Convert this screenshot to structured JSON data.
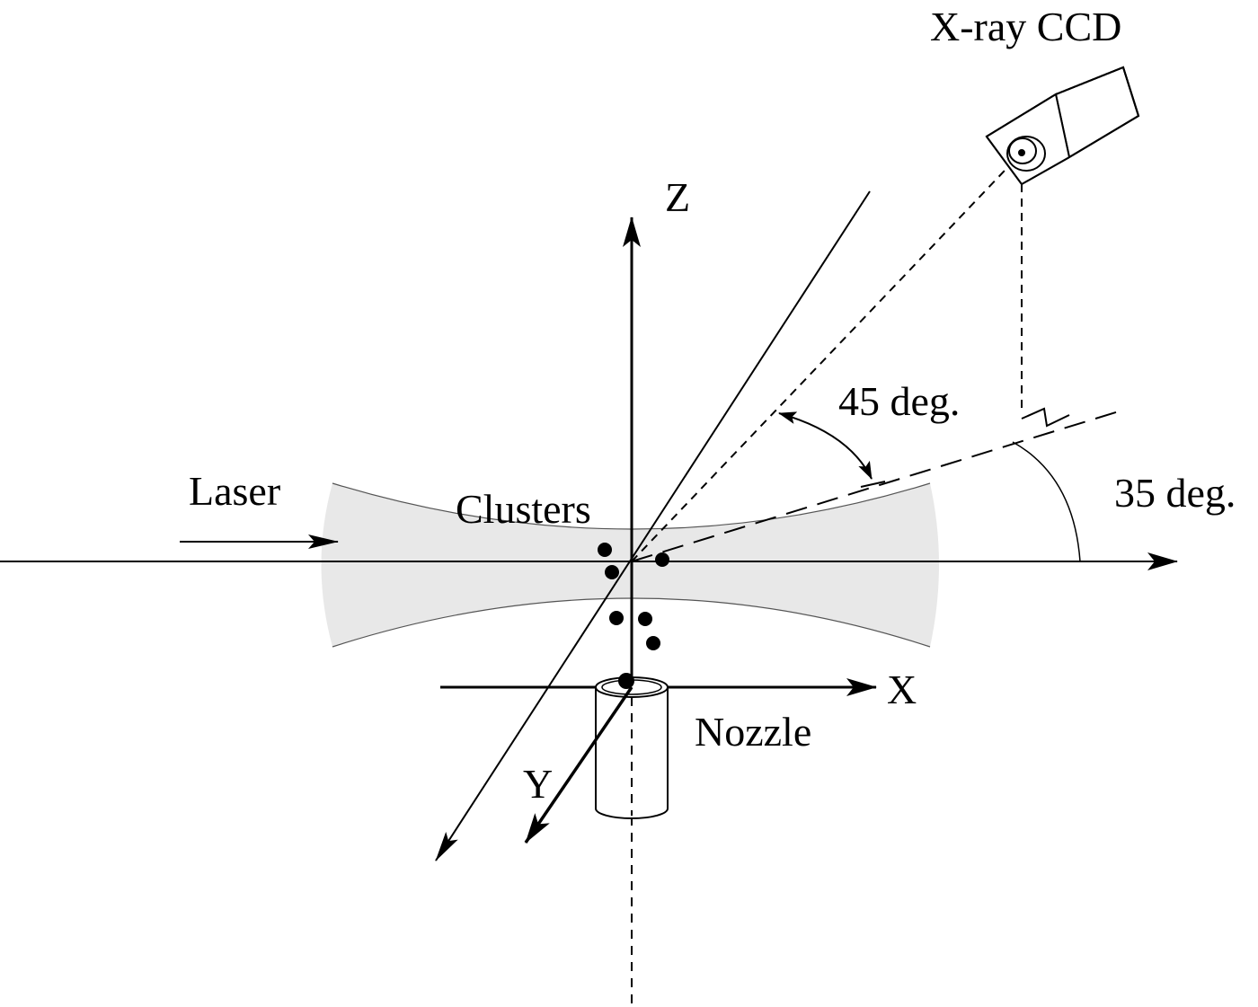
{
  "labels": {
    "ccd": "X-ray CCD",
    "z_axis": "Z",
    "x_axis": "X",
    "y_axis": "Y",
    "laser": "Laser",
    "clusters": "Clusters",
    "nozzle": "Nozzle",
    "angle_45": "45 deg.",
    "angle_35": "35 deg."
  },
  "colors": {
    "line": "#000000",
    "laser_beam_fill": "#e8e8e8",
    "background": "#ffffff"
  }
}
